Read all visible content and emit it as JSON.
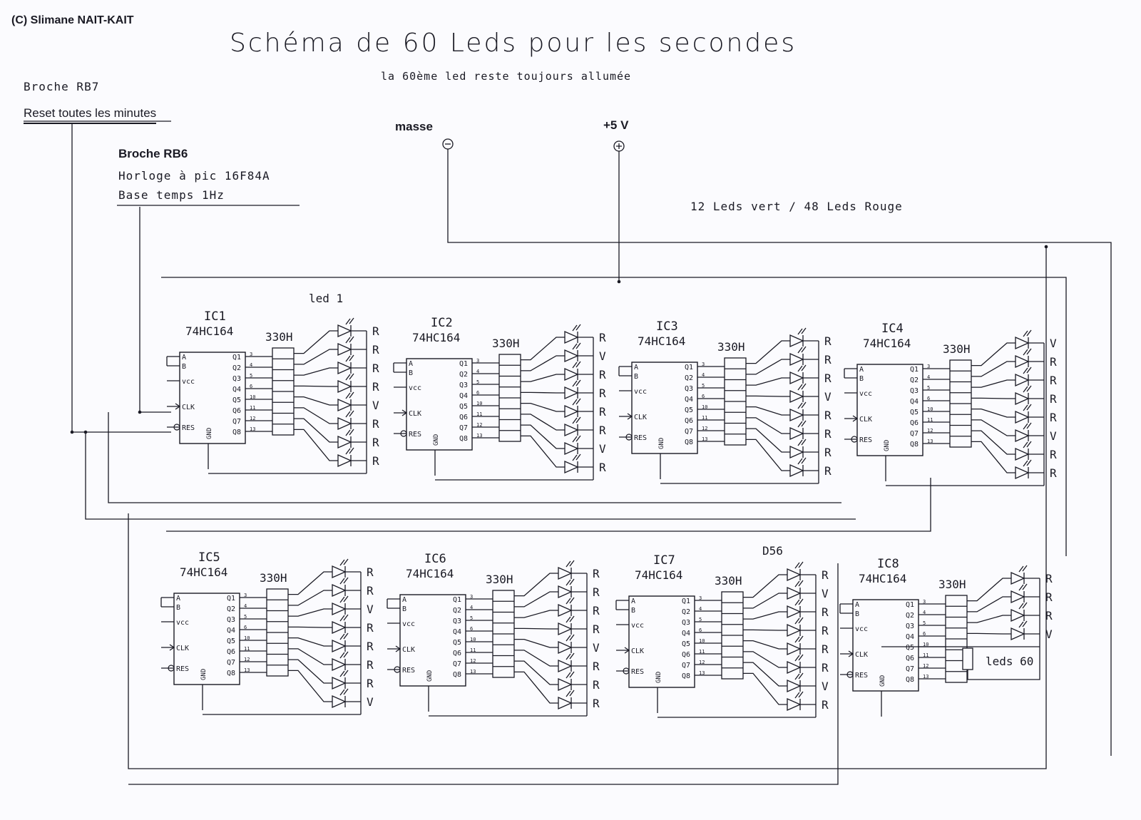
{
  "copyright": "(C) Slimane NAIT-KAIT",
  "title": "Schéma de 60 Leds pour les secondes",
  "subtitle": "la 60ème led reste toujours allumée",
  "rb7": {
    "pin": "Broche RB7",
    "function": "Reset toutes les minutes"
  },
  "rb6": {
    "pin": "Broche RB6",
    "function": "Horloge  à pic 16F84A",
    "timebase": "Base temps 1Hz"
  },
  "power": {
    "ground": "masse",
    "vplus": "+5 V"
  },
  "led_count_note": "12 Leds vert / 48 Leds Rouge",
  "resistor_label": "330H",
  "chip_part": "74HC164",
  "chip_pins": {
    "inputs": [
      "A",
      "B",
      "vcc",
      "CLK",
      "RES"
    ],
    "gnd": "GND",
    "outputs": [
      "Q1",
      "Q2",
      "Q3",
      "Q4",
      "Q5",
      "Q6",
      "Q7",
      "Q8"
    ]
  },
  "chips": [
    {
      "name": "IC1",
      "colors": [
        "R",
        "R",
        "R",
        "R",
        "V",
        "R",
        "R",
        "R"
      ]
    },
    {
      "name": "IC2",
      "colors": [
        "R",
        "V",
        "R",
        "R",
        "R",
        "R",
        "V",
        "R"
      ]
    },
    {
      "name": "IC3",
      "colors": [
        "R",
        "R",
        "R",
        "V",
        "R",
        "R",
        "R",
        "R"
      ]
    },
    {
      "name": "IC4",
      "colors": [
        "V",
        "R",
        "R",
        "R",
        "R",
        "V",
        "R",
        "R"
      ]
    },
    {
      "name": "IC5",
      "colors": [
        "R",
        "R",
        "V",
        "R",
        "R",
        "R",
        "R",
        "V"
      ]
    },
    {
      "name": "IC6",
      "colors": [
        "R",
        "R",
        "R",
        "R",
        "V",
        "R",
        "R",
        "R"
      ]
    },
    {
      "name": "IC7",
      "colors": [
        "R",
        "V",
        "R",
        "R",
        "R",
        "R",
        "V",
        "R"
      ]
    },
    {
      "name": "IC8",
      "colors": [
        "R",
        "R",
        "R",
        "V"
      ]
    }
  ],
  "annotations": {
    "led1": "led 1",
    "d56": "D56",
    "led60": "leds 60"
  }
}
